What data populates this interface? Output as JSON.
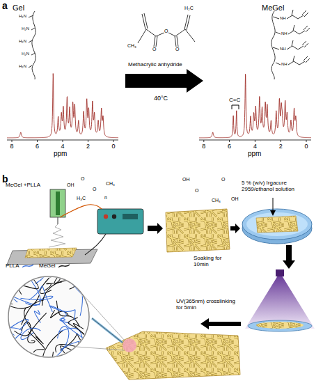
{
  "diagram": {
    "labels": [
      "a",
      "Gel",
      "MeGel",
      "H₂N",
      "H₂N",
      "H₂N",
      "H₂N",
      "H₂N",
      "CH₃",
      "O",
      "O",
      "O",
      "H₂C",
      "Methacrylic anhydride",
      "40°C",
      "NH",
      "NH",
      "NH",
      "NH",
      "C=C",
      "8",
      "6",
      "4",
      "2",
      "0",
      "ppm",
      "8",
      "6",
      "4",
      "2",
      "0",
      "ppm",
      "b",
      "MeGel +PLLA",
      "OH",
      "O",
      "O",
      "CH₃",
      "H₃C",
      "n",
      "OH",
      "O",
      "O",
      "CH₃",
      "OH",
      "5 % (w/v) Irgacure 2959/ethanol solution",
      "Soaking for 10min",
      "UV(365nm) crosslinking for 5min"
    ],
    "legend": [
      {
        "text": "PLLA"
      },
      {
        "text": "MeGel"
      }
    ]
  }
}
